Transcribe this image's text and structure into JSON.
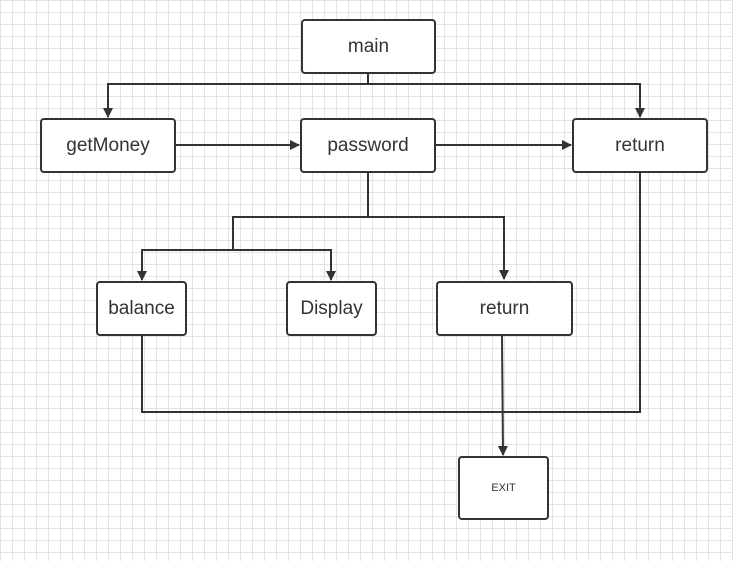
{
  "nodes": {
    "main": "main",
    "getMoney": "getMoney",
    "password": "password",
    "return_top": "return",
    "balance": "balance",
    "display": "Display",
    "return_mid": "return",
    "exit": "EXIT"
  },
  "colors": {
    "stroke": "#333333",
    "grid": "#e3e3e3",
    "background": "#ffffff"
  }
}
